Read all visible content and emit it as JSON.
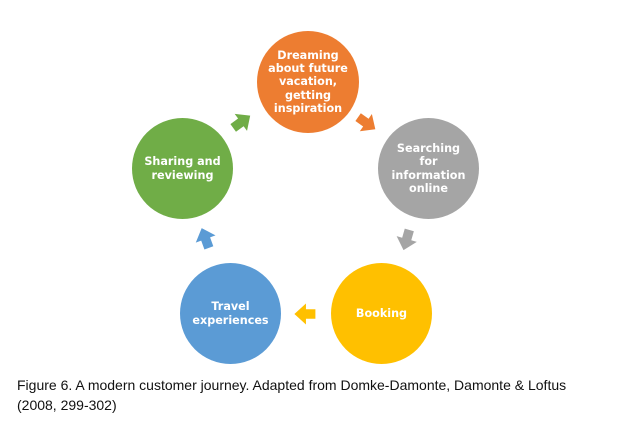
{
  "diagram": {
    "type": "cycle",
    "nodes": [
      {
        "id": "dreaming",
        "label": "Dreaming\nabout future\nvacation,\ngetting\ninspiration",
        "color": "#ED7D31"
      },
      {
        "id": "searching",
        "label": "Searching\nfor\ninformation\nonline",
        "color": "#A5A5A5"
      },
      {
        "id": "booking",
        "label": "Booking",
        "color": "#FFC000"
      },
      {
        "id": "travel",
        "label": "Travel\nexperiences",
        "color": "#5B9BD5"
      },
      {
        "id": "sharing",
        "label": "Sharing and\nreviewing",
        "color": "#70AD47"
      }
    ],
    "edges": [
      {
        "from": "dreaming",
        "to": "searching",
        "color": "#ED7D31"
      },
      {
        "from": "searching",
        "to": "booking",
        "color": "#A5A5A5"
      },
      {
        "from": "booking",
        "to": "travel",
        "color": "#FFC000"
      },
      {
        "from": "travel",
        "to": "sharing",
        "color": "#5B9BD5"
      },
      {
        "from": "sharing",
        "to": "dreaming",
        "color": "#70AD47"
      }
    ]
  },
  "caption": {
    "text": "Figure 6. A modern customer journey. Adapted from Domke-Damonte, Damonte & Loftus\n(2008, 299-302)"
  }
}
